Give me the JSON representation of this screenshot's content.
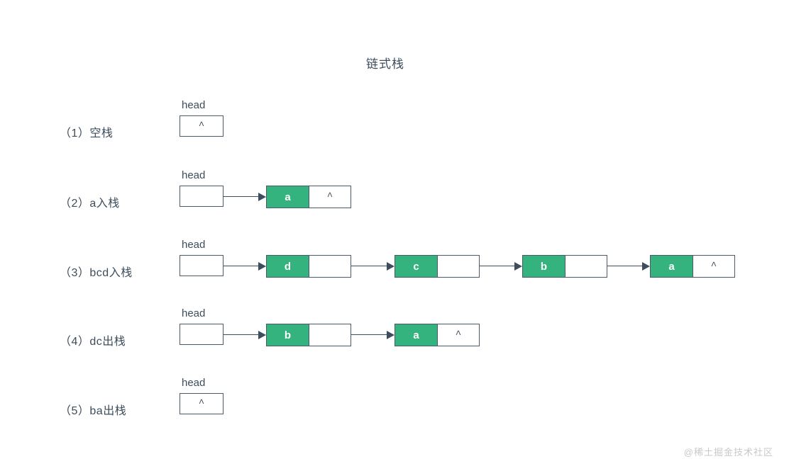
{
  "diagram": {
    "title": "链式栈",
    "head_label": "head",
    "null_symbol": "^",
    "accent_color": "#35b37e",
    "stroke_color": "#4a5a68",
    "text_color": "#3d4d5c"
  },
  "rows": [
    {
      "label": "（1）空栈",
      "head_value": "^",
      "nodes": []
    },
    {
      "label": "（2）a入栈",
      "head_value": "",
      "nodes": [
        {
          "data": "a",
          "next": "^"
        }
      ]
    },
    {
      "label": "（3）bcd入栈",
      "head_value": "",
      "nodes": [
        {
          "data": "d",
          "next": ""
        },
        {
          "data": "c",
          "next": ""
        },
        {
          "data": "b",
          "next": ""
        },
        {
          "data": "a",
          "next": "^"
        }
      ]
    },
    {
      "label": "（4）dc出栈",
      "head_value": "",
      "nodes": [
        {
          "data": "b",
          "next": ""
        },
        {
          "data": "a",
          "next": "^"
        }
      ]
    },
    {
      "label": "（5）ba出栈",
      "head_value": "^",
      "nodes": []
    }
  ],
  "watermark": "@稀土掘金技术社区"
}
